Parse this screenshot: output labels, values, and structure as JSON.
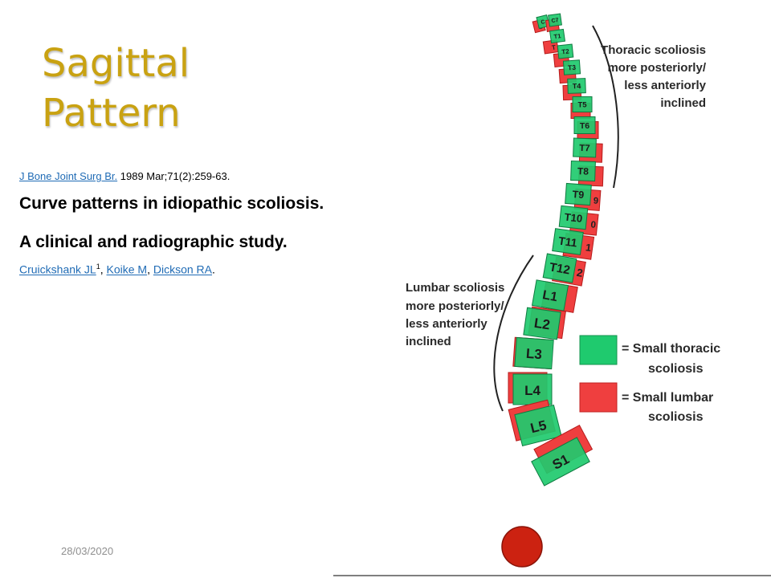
{
  "slide": {
    "title_line1": "Sagittal",
    "title_line2": "Pattern",
    "date": "28/03/2020"
  },
  "reference": {
    "journal_link": "J Bone Joint Surg Br.",
    "journal_details": "1989 Mar;71(2):259-63.",
    "headline1": "Curve patterns in idiopathic scoliosis.",
    "headline2": "A clinical and radiographic study.",
    "authors": [
      {
        "name": "Cruickshank JL",
        "sup": "1",
        "sep": ", "
      },
      {
        "name": "Koike M",
        "sup": "",
        "sep": ", "
      },
      {
        "name": "Dickson RA",
        "sup": "",
        "sep": "."
      }
    ]
  },
  "figure": {
    "thoracic_note": [
      "Thoracic scoliosis",
      "more posteriorly/",
      "less anteriorly",
      "inclined"
    ],
    "lumbar_note": [
      "Lumbar scoliosis",
      "more posteriorly/",
      "less anteriorly",
      "inclined"
    ],
    "legend": [
      {
        "label_lines": [
          "= Small thoracic",
          "scoliosis"
        ],
        "color": "#1fca6e"
      },
      {
        "label_lines": [
          "= Small lumbar",
          "scoliosis"
        ],
        "color": "#ef3f3f"
      }
    ],
    "colors": {
      "thoracic_green": "#1fca6e",
      "lumbar_red": "#ef3f3f",
      "ball": "#cc2211"
    },
    "vertebrae": [
      {
        "label": "C",
        "red_label": "C"
      },
      {
        "label": "C7",
        "red_label": ""
      },
      {
        "label": "T1",
        "red_label": "T"
      },
      {
        "label": "T2",
        "red_label": ""
      },
      {
        "label": "T3",
        "red_label": ""
      },
      {
        "label": "T4",
        "red_label": ""
      },
      {
        "label": "T5",
        "red_label": ""
      },
      {
        "label": "T6",
        "red_label": ""
      },
      {
        "label": "T7",
        "red_label": ""
      },
      {
        "label": "T8",
        "red_label": ""
      },
      {
        "label": "T9",
        "red_label": "9"
      },
      {
        "label": "T10",
        "red_label": "0"
      },
      {
        "label": "T11",
        "red_label": "1"
      },
      {
        "label": "T12",
        "red_label": "2"
      },
      {
        "label": "L1",
        "red_label": ""
      },
      {
        "label": "L2",
        "red_label": ""
      },
      {
        "label": "L3",
        "red_label": ""
      },
      {
        "label": "L4",
        "red_label": ""
      },
      {
        "label": "L5",
        "red_label": ""
      },
      {
        "label": "S1",
        "red_label": ""
      }
    ]
  }
}
